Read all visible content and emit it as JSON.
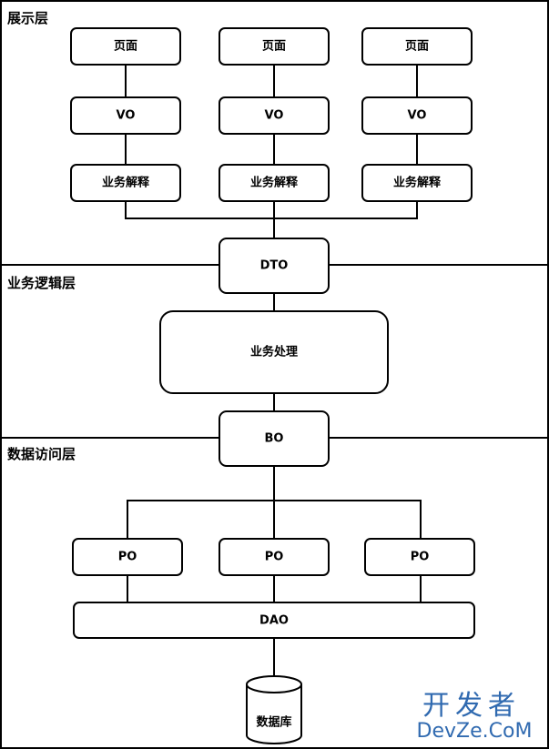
{
  "layers": {
    "presentation": "展示层",
    "business_logic": "业务逻辑层",
    "data_access": "数据访问层"
  },
  "nodes": {
    "page_1": "页面",
    "page_2": "页面",
    "page_3": "页面",
    "vo_1": "VO",
    "vo_2": "VO",
    "vo_3": "VO",
    "explain_1": "业务解释",
    "explain_2": "业务解释",
    "explain_3": "业务解释",
    "dto": "DTO",
    "processing": "业务处理",
    "bo": "BO",
    "po_1": "PO",
    "po_2": "PO",
    "po_3": "PO",
    "dao": "DAO",
    "database": "数据库"
  },
  "watermark": {
    "title": "开发者",
    "brand": "DevZe.CoM"
  }
}
